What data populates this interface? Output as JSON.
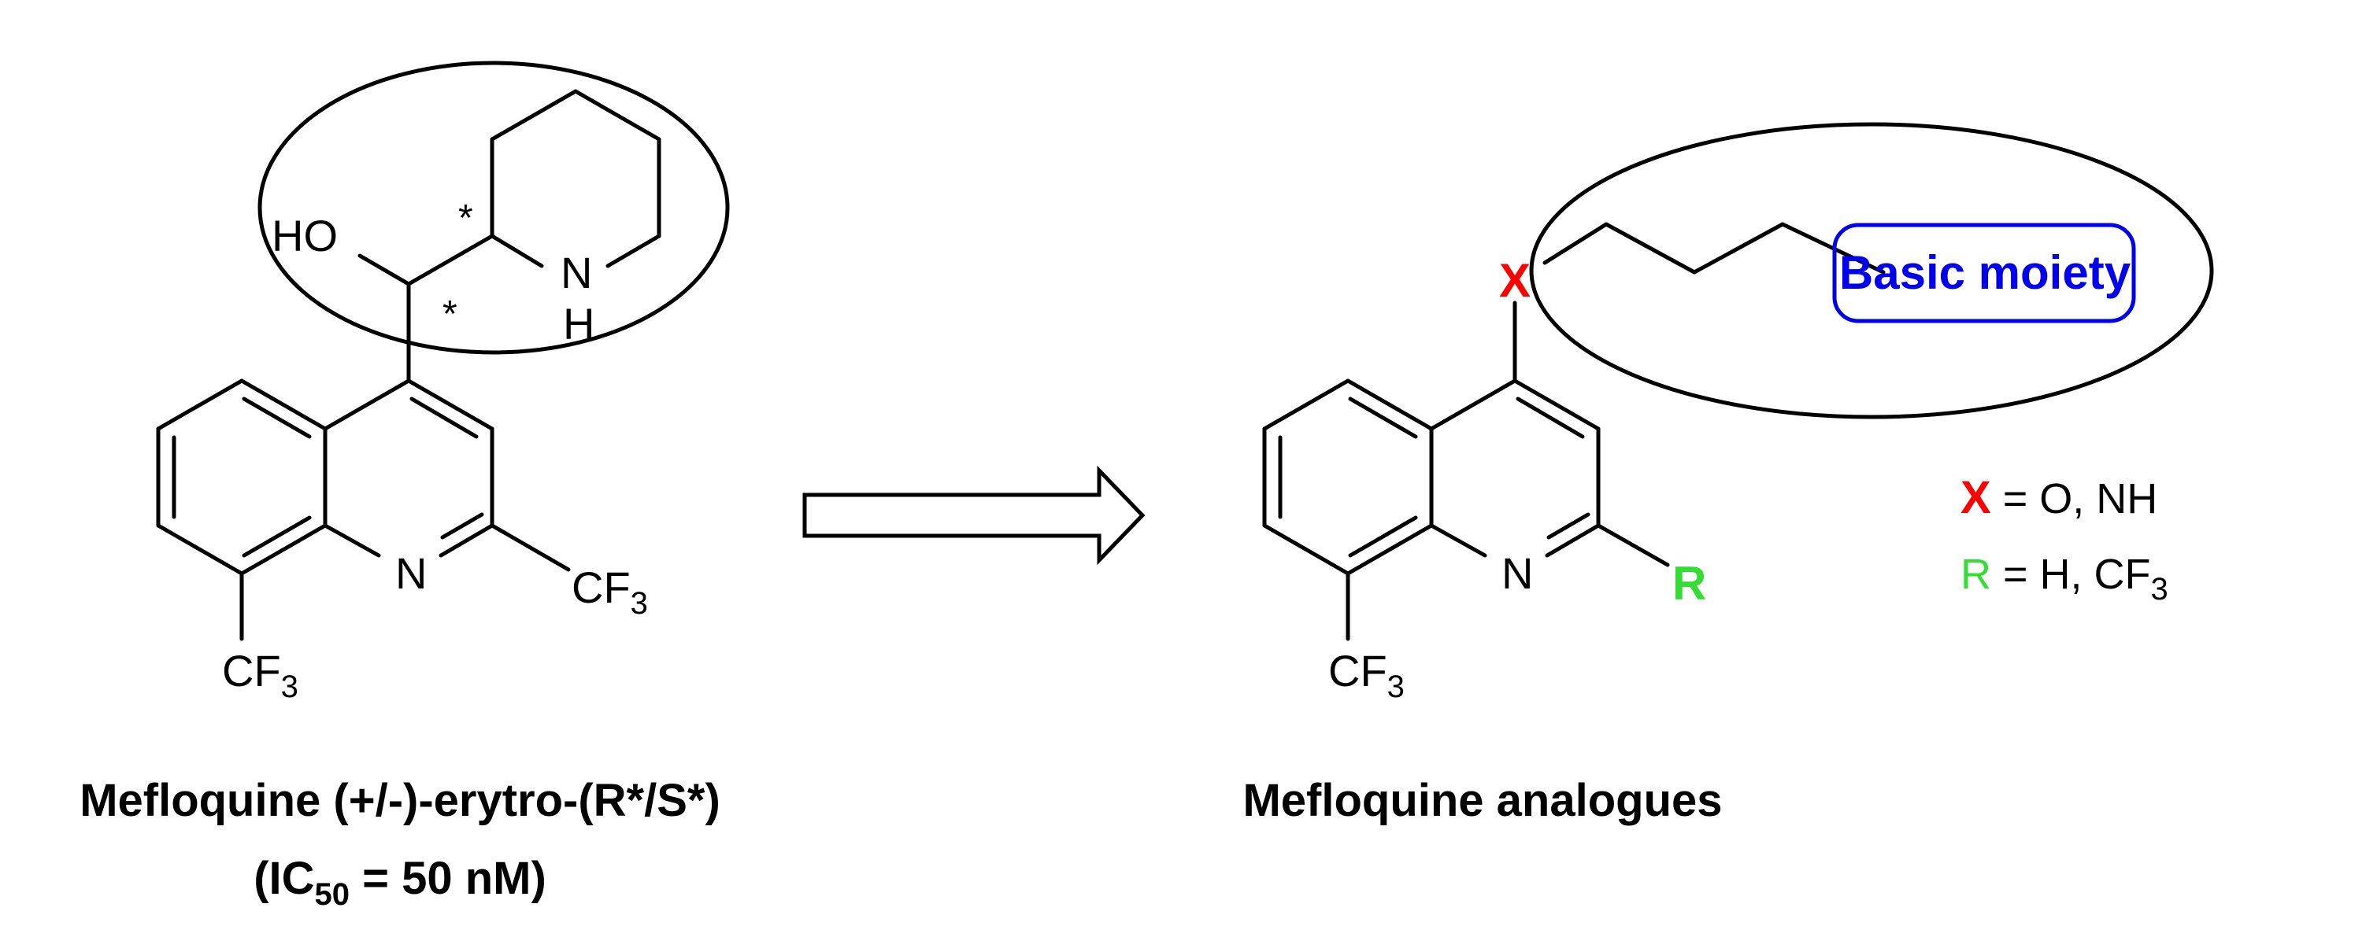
{
  "colors": {
    "x_label": "#ff0000",
    "r_label": "#33dd33",
    "basic_moiety": "#0000ee",
    "bonds": "#000000"
  },
  "left_molecule": {
    "atoms": {
      "ho": "HO",
      "n_ring": "N",
      "h_ring": "H",
      "n_quinoline": "N",
      "cf3_2": "CF",
      "cf3_2_sub": "3",
      "cf3_8": "CF",
      "cf3_8_sub": "3",
      "star_1": "*",
      "star_2": "*"
    },
    "caption": {
      "line1": "Mefloquine (+/-)-erytro-(R*/S*)",
      "line2_pre": "(IC",
      "line2_sub": "50",
      "line2_post": " = 50 nM)"
    }
  },
  "right_molecule": {
    "atoms": {
      "x": "X",
      "r": "R",
      "n_quinoline": "N",
      "cf3_8": "CF",
      "cf3_8_sub": "3",
      "basic_moiety": "Basic moiety"
    },
    "caption": "Mefloquine analogues",
    "legend": {
      "x_symbol": "X",
      "x_text": " = O, NH",
      "r_symbol": "R",
      "r_text": " = H, CF",
      "r_sub": "3"
    }
  }
}
